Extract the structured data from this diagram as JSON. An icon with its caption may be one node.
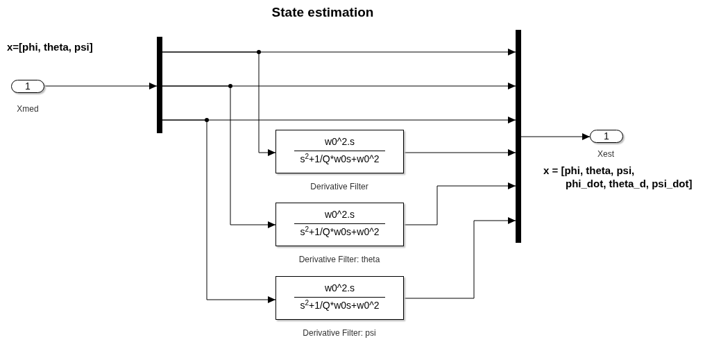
{
  "diagram": {
    "title": "State estimation",
    "nodes": [
      {
        "text": [
          "1"
        ],
        "beside": [
          "Xmed"
        ]
      },
      {
        "text": [],
        "shape": "bar"
      },
      {
        "text": [
          "w0^2.s",
          "s$^{2}$+1/Q*w0s+w0^2"
        ],
        "beside": [
          "Derivative Filter"
        ]
      },
      {
        "text": [
          "w0^2.s",
          "s$^{2}$+1/Q*w0s+w0^2"
        ],
        "beside": [
          "Derivative Filter: theta"
        ]
      },
      {
        "text": [
          "w0^2.s",
          "s$^{2}$+1/Q*w0s+w0^2"
        ],
        "beside": [
          "Derivative Filter: psi"
        ]
      },
      {
        "text": [],
        "shape": "bar"
      },
      {
        "text": [
          "1"
        ],
        "beside": [
          "Xest"
        ]
      }
    ],
    "edges": [
      {
        "from": 0,
        "to": 1,
        "arrow": "to"
      },
      {
        "from": 1,
        "to": 5,
        "arrow": "to"
      },
      {
        "from": 1,
        "to": 5,
        "arrow": "to"
      },
      {
        "from": 1,
        "to": 5,
        "arrow": "to"
      },
      {
        "from": 1,
        "to": 2,
        "arrow": "to"
      },
      {
        "from": 1,
        "to": 3,
        "arrow": "to"
      },
      {
        "from": 1,
        "to": 4,
        "arrow": "to"
      },
      {
        "from": 2,
        "to": 5,
        "arrow": "to"
      },
      {
        "from": 3,
        "to": 5,
        "arrow": "to"
      },
      {
        "from": 4,
        "to": 5,
        "arrow": "to"
      },
      {
        "from": 5,
        "to": 6,
        "arrow": "to"
      }
    ],
    "labels": [
      "x=[phi, theta, psi]",
      "x = [phi, theta, psi, phi_dot, theta_d, psi_dot]"
    ]
  }
}
